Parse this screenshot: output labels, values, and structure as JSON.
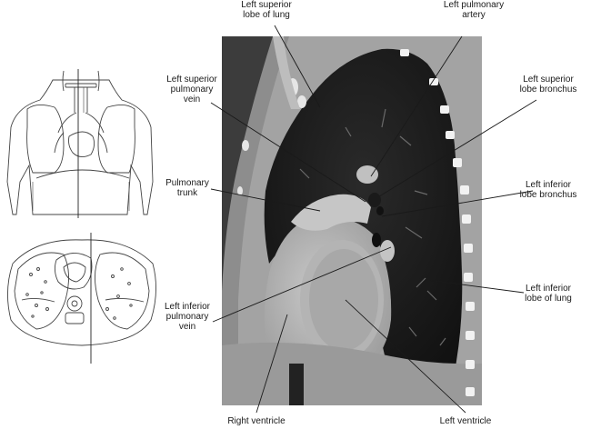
{
  "labels": {
    "left_superior_lobe_of_lung": "Left superior\nlobe of lung",
    "left_pulmonary_artery": "Left pulmonary\nartery",
    "left_superior_pulmonary_vein": "Left superior\npulmonary\nvein",
    "left_superior_lobe_bronchus": "Left superior\nlobe bronchus",
    "pulmonary_trunk": "Pulmonary\ntrunk",
    "left_inferior_lobe_bronchus": "Left inferior\nlobe bronchus",
    "left_inferior_lobe_of_lung": "Left inferior\nlobe of lung",
    "left_inferior_pulmonary_vein": "Left inferior\npulmonary\nvein",
    "right_ventricle": "Right ventricle",
    "left_ventricle": "Left ventricle"
  }
}
